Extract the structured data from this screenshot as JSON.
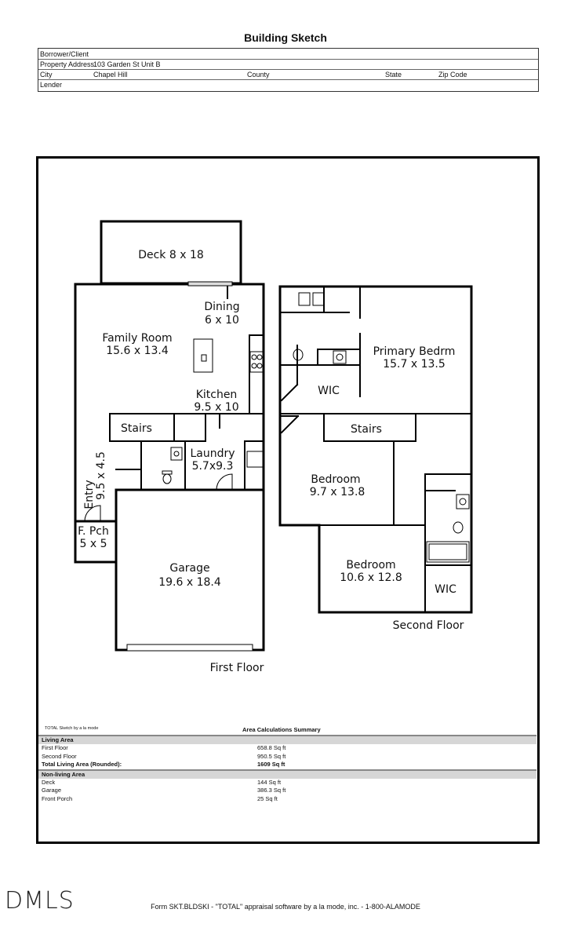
{
  "title": "Building Sketch",
  "header": {
    "borrower_label": "Borrower/Client",
    "borrower_value": "",
    "address_label": "Property Address",
    "address_value": "103 Garden St Unit B",
    "city_label": "City",
    "city_value": "Chapel Hill",
    "county_label": "County",
    "state_label": "State",
    "zip_label": "Zip Code",
    "lender_label": "Lender"
  },
  "sketch": {
    "deck": "Deck 8 x 18",
    "dining_name": "Dining",
    "dining_dim": "6 x 10",
    "family_name": "Family Room",
    "family_dim": "15.6 x 13.4",
    "kitchen_name": "Kitchen",
    "kitchen_dim": "9.5 x 10",
    "stairs_first": "Stairs",
    "laundry_name": "Laundry",
    "laundry_dim": "5.7x9.3",
    "entry_name": "Entry",
    "entry_dim": "9.5 x 4.5",
    "porch_name": "F. Pch",
    "porch_dim": "5 x 5",
    "garage_name": "Garage",
    "garage_dim": "19.6 x 18.4",
    "first_floor": "First Floor",
    "primary_name": "Primary Bedrm",
    "primary_dim": "15.7 x 13.5",
    "wic1": "WIC",
    "stairs_second": "Stairs",
    "bedroom1_name": "Bedroom",
    "bedroom1_dim": "9.7 x 13.8",
    "bedroom2_name": "Bedroom",
    "bedroom2_dim": "10.6 x 12.8",
    "wic2": "WIC",
    "second_floor": "Second Floor"
  },
  "calc": {
    "credit": "TOTAL Sketch by a la mode",
    "title": "Area Calculations Summary",
    "living_label": "Living Area",
    "living": [
      {
        "name": "First Floor",
        "value": "658.8 Sq ft"
      },
      {
        "name": "Second Floor",
        "value": "950.5 Sq ft"
      }
    ],
    "total_name": "Total Living Area (Rounded):",
    "total_value": "1609 Sq ft",
    "nonliving_label": "Non-living Area",
    "nonliving": [
      {
        "name": "Deck",
        "value": "144 Sq ft"
      },
      {
        "name": "Garage",
        "value": "386.3 Sq ft"
      },
      {
        "name": "Front Porch",
        "value": "25 Sq ft"
      }
    ]
  },
  "logo": "DMLS",
  "footer": "Form SKT.BLDSKI - \"TOTAL\" appraisal software by a la mode, inc. - 1-800-ALAMODE"
}
